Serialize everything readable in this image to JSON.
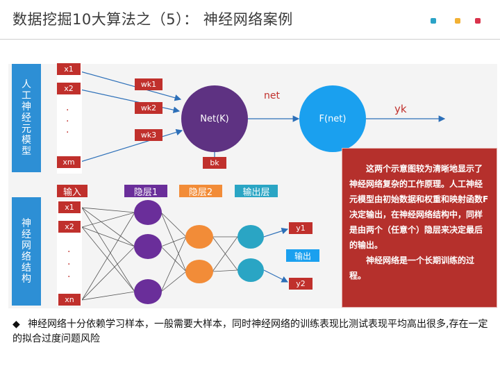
{
  "slide": {
    "title": "数据挖掘10大算法之（5）： 神经网络案例",
    "accent_colors": [
      "#2ba3c7",
      "#f2b134",
      "#d9334c"
    ]
  },
  "model": {
    "side_label": "人工神经元模型",
    "inputs": [
      "x1",
      "x2",
      "xm"
    ],
    "weights": [
      "wk1",
      "wk2",
      "wk3"
    ],
    "sum_node": "Net(K)",
    "bias": "bk",
    "net_label": "net",
    "activation_node": "F(net)",
    "output_label": "yk"
  },
  "structure": {
    "side_label": "神经网络结构",
    "headers": {
      "input": "输入",
      "hidden1": "隐层1",
      "hidden2": "隐层2",
      "output": "输出层"
    },
    "inputs": [
      "x1",
      "x2",
      "xn"
    ],
    "outputs": [
      "y1",
      "y2"
    ],
    "output_label": "输出"
  },
  "colors": {
    "red": "#c0302c",
    "blue": "#2d8fd5",
    "purple": "#6a2e9a",
    "orange": "#f28c38",
    "teal": "#2aa5c4",
    "node_purple": "#5e3282",
    "node_blue": "#1aa0ef",
    "arrow": "#2c6fb8"
  },
  "note": {
    "p1": "这两个示意图较为清晰地显示了神经网络复杂的工作原理。人工神经元模型由初始数据和权重和映射函数F决定输出，在神经网络结构中，同样是由两个（任意个）隐层来决定最后的输出。",
    "p2": "神经网络是一个长期训练的过程。"
  },
  "bullet": {
    "symbol": "◆",
    "text": "神经网络十分依赖学习样本，一般需要大样本，同时神经网络的训练表现比测试表现平均高出很多,存在一定的拟合过度问题风险"
  }
}
